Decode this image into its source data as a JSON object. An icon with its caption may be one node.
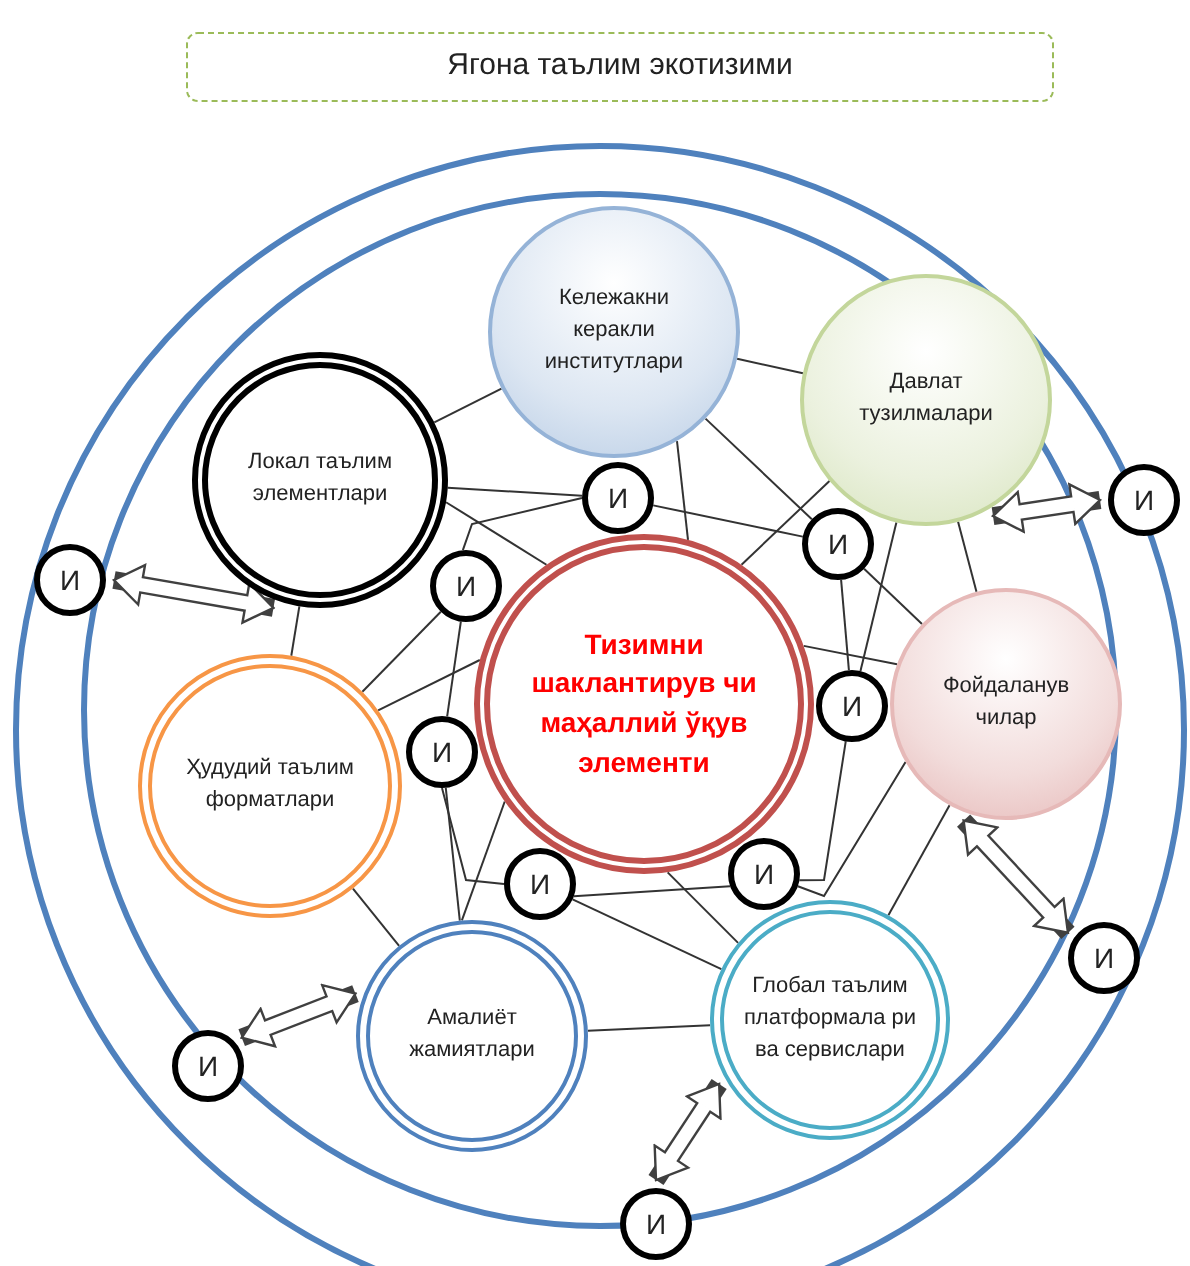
{
  "diagram": {
    "title": "Ягона таълим экотизими",
    "nodes": [
      {
        "text": [
          "Кележакни керакли институтлари"
        ]
      },
      {
        "text": [
          "Давлат тузилмалари"
        ]
      },
      {
        "text": [
          "Локал таълим элементлари"
        ]
      },
      {
        "text": [
          "Тизимни шаклантирув чи маҳаллий ўқув элементи"
        ]
      },
      {
        "text": [
          "Фойдаланув чилар"
        ]
      },
      {
        "text": [
          "Ҳудудий таълим форматлари"
        ]
      },
      {
        "text": [
          "Амалиёт жамиятлари"
        ]
      },
      {
        "text": [
          "Глобал таълим платформала ри ва сервислари"
        ]
      },
      {
        "text": [
          "И"
        ]
      },
      {
        "text": [
          "И"
        ]
      },
      {
        "text": [
          "И"
        ]
      },
      {
        "text": [
          "И"
        ]
      },
      {
        "text": [
          "И"
        ]
      },
      {
        "text": [
          "И"
        ]
      },
      {
        "text": [
          "И"
        ]
      },
      {
        "text": [
          "И"
        ]
      },
      {
        "text": [
          "И"
        ]
      },
      {
        "text": [
          "И"
        ]
      },
      {
        "text": [
          "И"
        ]
      },
      {
        "text": [
          "И"
        ]
      }
    ],
    "edges": [
      {
        "from": 2,
        "to": 0,
        "arrow": "none"
      },
      {
        "from": 2,
        "to": 8,
        "arrow": "none"
      },
      {
        "from": 2,
        "to": 3,
        "arrow": "none"
      },
      {
        "from": 9,
        "to": 8,
        "arrow": "none"
      },
      {
        "from": 9,
        "to": 5,
        "arrow": "none"
      },
      {
        "from": 9,
        "to": 12,
        "arrow": "none"
      },
      {
        "from": 5,
        "to": 3,
        "arrow": "none"
      },
      {
        "from": 2,
        "to": 5,
        "arrow": "none"
      },
      {
        "from": 0,
        "to": 10,
        "arrow": "none"
      },
      {
        "from": 0,
        "to": 3,
        "arrow": "none"
      },
      {
        "from": 8,
        "to": 10,
        "arrow": "none"
      },
      {
        "from": 0,
        "to": 1,
        "arrow": "none"
      },
      {
        "from": 1,
        "to": 3,
        "arrow": "none"
      },
      {
        "from": 1,
        "to": 11,
        "arrow": "none"
      },
      {
        "from": 1,
        "to": 4,
        "arrow": "none"
      },
      {
        "from": 10,
        "to": 4,
        "arrow": "none"
      },
      {
        "from": 10,
        "to": 11,
        "arrow": "none"
      },
      {
        "from": 3,
        "to": 4,
        "arrow": "none"
      },
      {
        "from": 11,
        "to": 14,
        "arrow": "none"
      },
      {
        "from": 4,
        "to": 14,
        "arrow": "none"
      },
      {
        "from": 4,
        "to": 7,
        "arrow": "none"
      },
      {
        "from": 13,
        "to": 14,
        "arrow": "none"
      },
      {
        "from": 13,
        "to": 7,
        "arrow": "none"
      },
      {
        "from": 3,
        "to": 7,
        "arrow": "none"
      },
      {
        "from": 6,
        "to": 7,
        "arrow": "none"
      },
      {
        "from": 12,
        "to": 13,
        "arrow": "none"
      },
      {
        "from": 12,
        "to": 6,
        "arrow": "none"
      },
      {
        "from": 3,
        "to": 6,
        "arrow": "none"
      },
      {
        "from": 5,
        "to": 6,
        "arrow": "none"
      },
      {
        "from": 15,
        "to": 2,
        "arrow": "both",
        "style": "thick"
      },
      {
        "from": 16,
        "to": 1,
        "arrow": "both",
        "style": "thick"
      },
      {
        "from": 17,
        "to": 6,
        "arrow": "both",
        "style": "thick"
      },
      {
        "from": 18,
        "to": 4,
        "arrow": "both",
        "style": "thick"
      },
      {
        "from": 19,
        "to": 7,
        "arrow": "both",
        "style": "thick"
      }
    ]
  }
}
